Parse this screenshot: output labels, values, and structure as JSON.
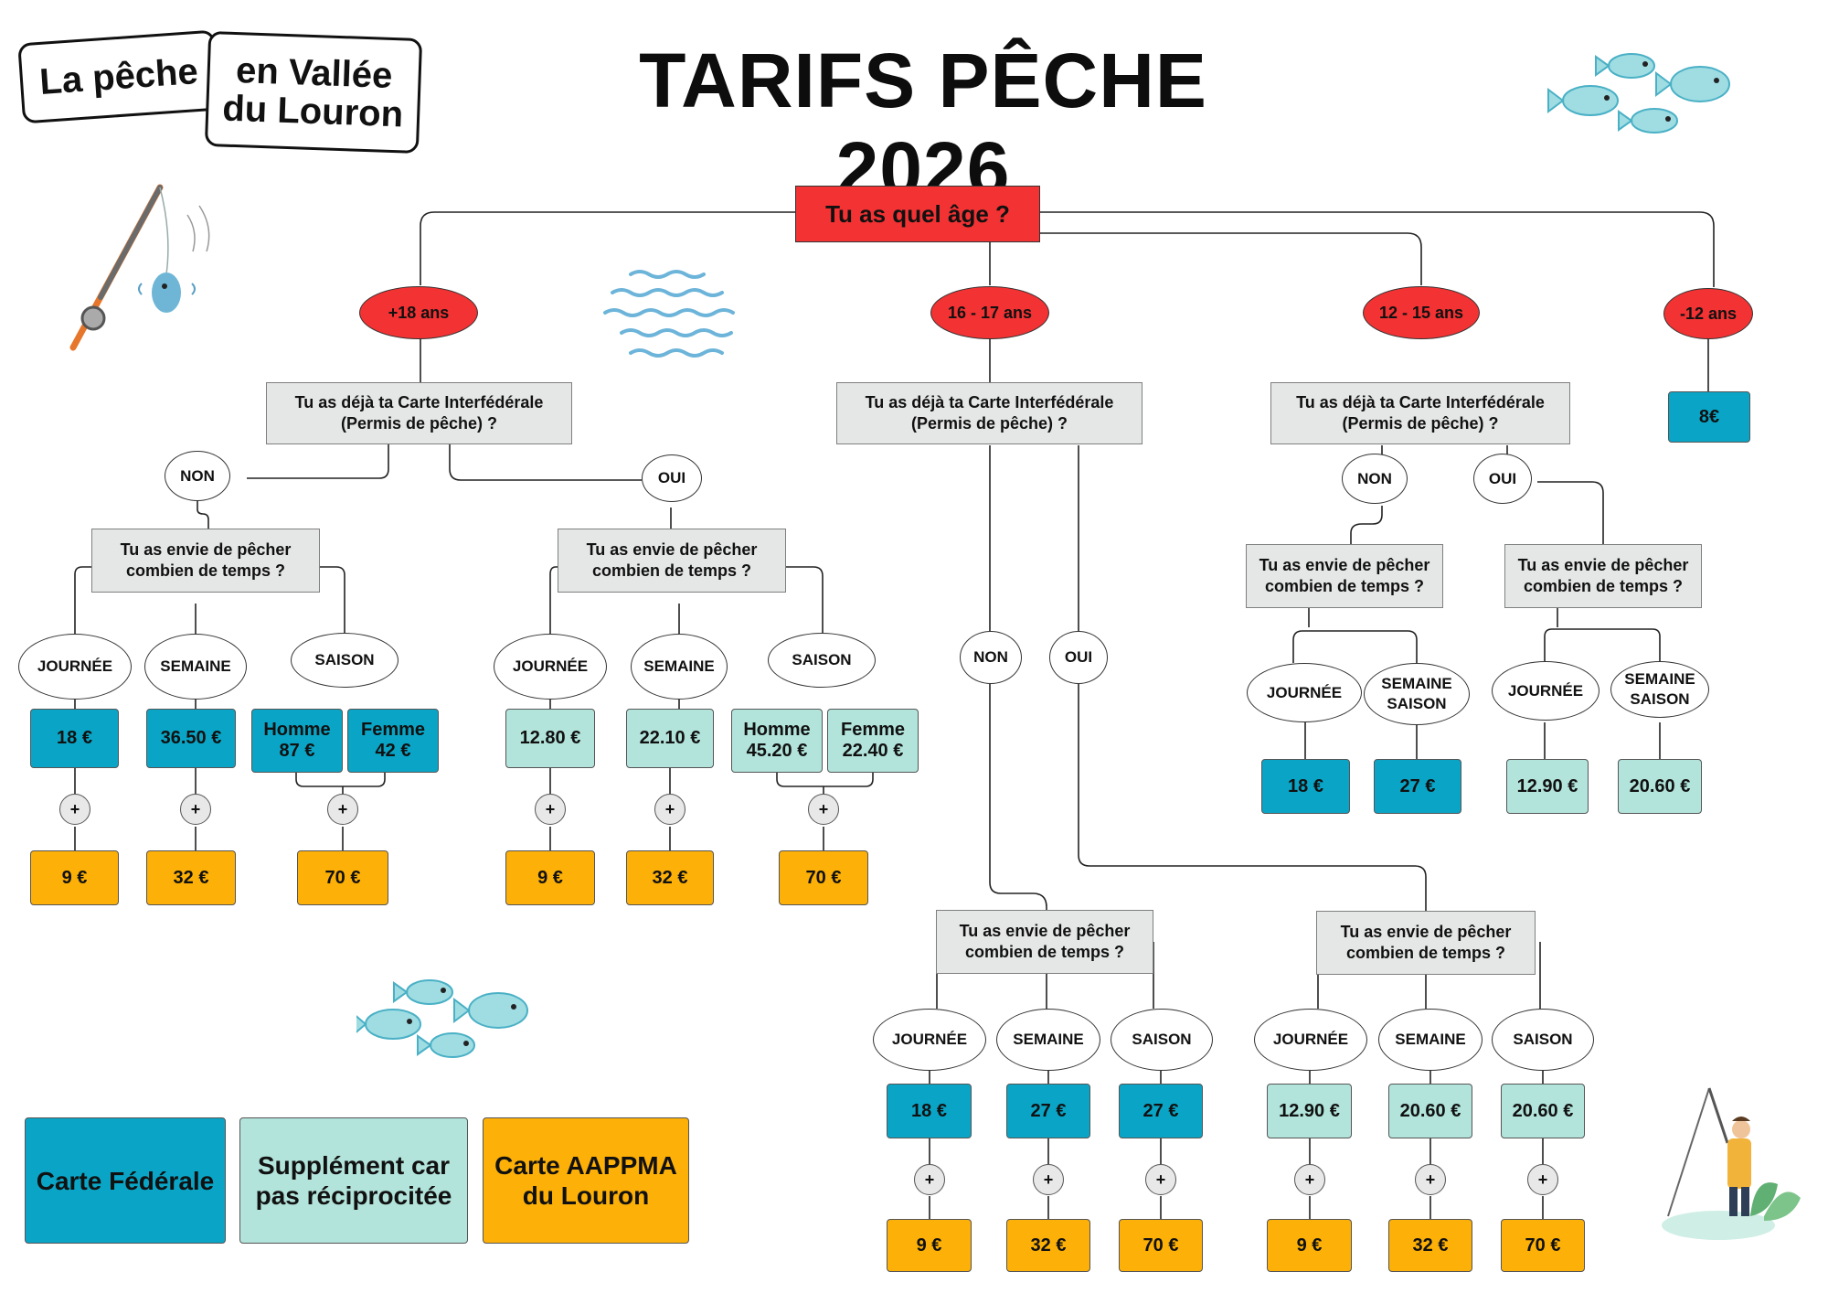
{
  "header": {
    "title": "TARIFS PÊCHE 2026",
    "logo_line1": "La pêche",
    "logo_line2": "en Vallée du Louron"
  },
  "colors": {
    "federal": "#0aa5c6",
    "supplement": "#b2e4db",
    "aappma": "#fdb007",
    "root": "#f23233",
    "question_bg": "#e5e7e6"
  },
  "icons": [
    "fishing-rod-icon",
    "fish-school-icon",
    "water-waves-icon",
    "fisherman-icon"
  ],
  "root_question": "Tu as quel âge ?",
  "ages": {
    "adult": "+18 ans",
    "teen16": "16 - 17 ans",
    "teen12": "12 - 15 ans",
    "child": "-12 ans"
  },
  "questions": {
    "card": "Tu as déjà ta Carte Interfédérale (Permis de pêche) ?",
    "duration": "Tu as envie de pêcher combien de temps ?"
  },
  "answers": {
    "yes": "OUI",
    "no": "NON"
  },
  "durations": {
    "day": "JOURNÉE",
    "week": "SEMAINE",
    "season": "SAISON",
    "week_season": "SEMAINE SAISON"
  },
  "sexes": {
    "male": "Homme",
    "female": "Femme"
  },
  "plus_sign": "+",
  "prices": {
    "a_no_day": "18 €",
    "a_no_week": "36.50 €",
    "a_no_season_m": "87 €",
    "a_no_season_f": "42 €",
    "a_no_add_day": "9 €",
    "a_no_add_week": "32 €",
    "a_no_add_season": "70 €",
    "a_yes_day": "12.80 €",
    "a_yes_week": "22.10 €",
    "a_yes_season_m": "45.20 €",
    "a_yes_season_f": "22.40 €",
    "a_yes_add_day": "9 €",
    "a_yes_add_week": "32 €",
    "a_yes_add_season": "70 €",
    "t16_no_day": "18 €",
    "t16_no_week": "27 €",
    "t16_no_season": "27 €",
    "t16_no_add_day": "9 €",
    "t16_no_add_week": "32 €",
    "t16_no_add_season": "70 €",
    "t16_yes_day": "12.90 €",
    "t16_yes_week": "20.60 €",
    "t16_yes_season": "20.60 €",
    "t16_yes_add_day": "9 €",
    "t16_yes_add_week": "32 €",
    "t16_yes_add_season": "70 €",
    "t12_no_day": "18 €",
    "t12_no_ws": "27 €",
    "t12_yes_day": "12.90 €",
    "t12_yes_ws": "20.60 €",
    "child": "8€"
  },
  "legend": {
    "federal": "Carte Fédérale",
    "supplement": "Supplément car pas réciprocitée",
    "aappma": "Carte AAPPMA du Louron"
  }
}
